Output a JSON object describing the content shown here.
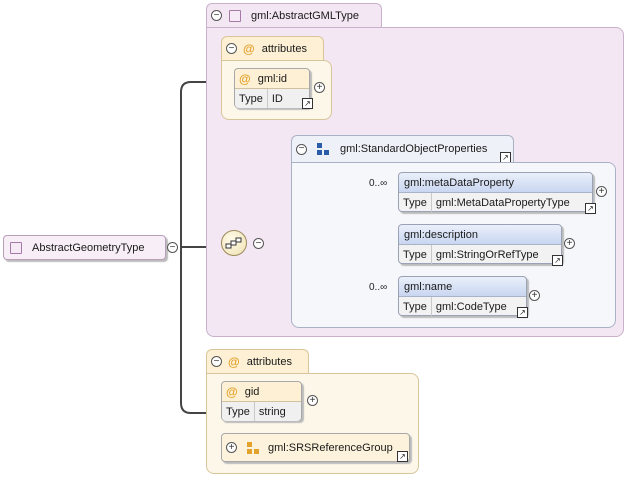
{
  "root": {
    "name": "AbstractGeometryType"
  },
  "base_type": {
    "name": "gml:AbstractGMLType"
  },
  "base_attributes": {
    "label": "attributes",
    "attr": {
      "name": "gml:id",
      "type_label": "Type",
      "type_value": "ID"
    }
  },
  "group": {
    "name": "gml:StandardObjectProperties",
    "elements": [
      {
        "name": "gml:metaDataProperty",
        "type_label": "Type",
        "type_value": "gml:MetaDataPropertyType",
        "cardinality": "0..∞"
      },
      {
        "name": "gml:description",
        "type_label": "Type",
        "type_value": "gml:StringOrRefType",
        "cardinality": ""
      },
      {
        "name": "gml:name",
        "type_label": "Type",
        "type_value": "gml:CodeType",
        "cardinality": "0..∞"
      }
    ]
  },
  "own_attributes": {
    "label": "attributes",
    "attr": {
      "name": "gid",
      "type_label": "Type",
      "type_value": "string"
    },
    "attr_group": {
      "name": "gml:SRSReferenceGroup"
    }
  },
  "icons": {
    "collapse": "minus-circle-icon",
    "expand": "plus-circle-icon",
    "complex_type": "complex-type-icon",
    "attribute": "at-icon",
    "group": "group-icon",
    "link": "link-arrow-icon",
    "sequence": "sequence-compositor-icon"
  },
  "colors": {
    "complex_type_fill": "#f3e7f3",
    "attributes_fill": "#fdf7ea",
    "group_fill": "#f6f7fb",
    "element_header": "#c9d6f0",
    "attribute_icon": "#e3a22b",
    "group_icon": "#2a5ca8"
  }
}
